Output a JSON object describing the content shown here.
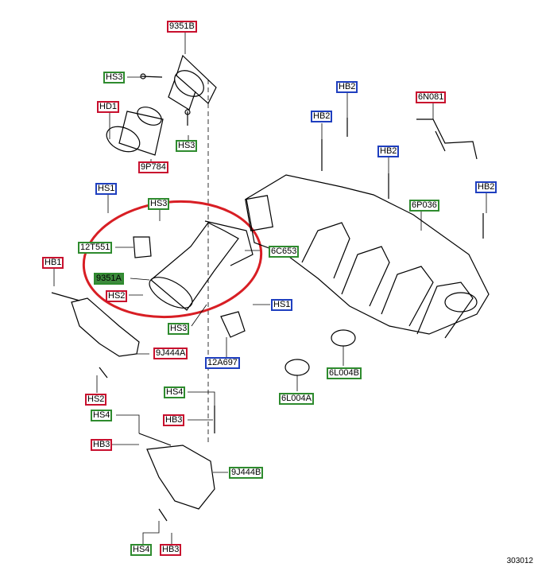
{
  "colors": {
    "ford_code": "#c8102e",
    "hardware_code": "#2e8b2e",
    "bolt_code": "#1f3fbf",
    "highlight_ring": "#d81e24",
    "line": "#000000"
  },
  "labels": [
    {
      "id": "9351B",
      "text": "9351B",
      "color": "red"
    },
    {
      "id": "HS3_a",
      "text": "HS3",
      "color": "green"
    },
    {
      "id": "HD1",
      "text": "HD1",
      "color": "red"
    },
    {
      "id": "HS3_b",
      "text": "HS3",
      "color": "green"
    },
    {
      "id": "9P784",
      "text": "9P784",
      "color": "red"
    },
    {
      "id": "HB2_a",
      "text": "HB2",
      "color": "blue"
    },
    {
      "id": "6N081",
      "text": "6N081",
      "color": "red"
    },
    {
      "id": "HB2_b",
      "text": "HB2",
      "color": "blue"
    },
    {
      "id": "HB2_c",
      "text": "HB2",
      "color": "blue"
    },
    {
      "id": "HB2_d",
      "text": "HB2",
      "color": "blue"
    },
    {
      "id": "HS1_a",
      "text": "HS1",
      "color": "blue"
    },
    {
      "id": "HS3_c",
      "text": "HS3",
      "color": "green"
    },
    {
      "id": "6P036",
      "text": "6P036",
      "color": "green"
    },
    {
      "id": "12T551",
      "text": "12T551",
      "color": "green"
    },
    {
      "id": "6C653",
      "text": "6C653",
      "color": "green"
    },
    {
      "id": "HB1",
      "text": "HB1",
      "color": "red"
    },
    {
      "id": "9351A",
      "text": "9351A",
      "color": "green",
      "filled": true
    },
    {
      "id": "HS2_a",
      "text": "HS2",
      "color": "red"
    },
    {
      "id": "HS1_b",
      "text": "HS1",
      "color": "blue"
    },
    {
      "id": "HS3_d",
      "text": "HS3",
      "color": "green"
    },
    {
      "id": "9J444A",
      "text": "9J444A",
      "color": "red"
    },
    {
      "id": "12A697",
      "text": "12A697",
      "color": "blue"
    },
    {
      "id": "6L004B",
      "text": "6L004B",
      "color": "green"
    },
    {
      "id": "HS2_b",
      "text": "HS2",
      "color": "red"
    },
    {
      "id": "6L004A",
      "text": "6L004A",
      "color": "green"
    },
    {
      "id": "HS4_a",
      "text": "HS4",
      "color": "green"
    },
    {
      "id": "HS4_b",
      "text": "HS4",
      "color": "green"
    },
    {
      "id": "HB3_a",
      "text": "HB3",
      "color": "red"
    },
    {
      "id": "HB3_b",
      "text": "HB3",
      "color": "red"
    },
    {
      "id": "9J444B",
      "text": "9J444B",
      "color": "green"
    },
    {
      "id": "HS4_c",
      "text": "HS4",
      "color": "green"
    },
    {
      "id": "HB3_c",
      "text": "HB3",
      "color": "red"
    }
  ],
  "figure_number": "303012"
}
